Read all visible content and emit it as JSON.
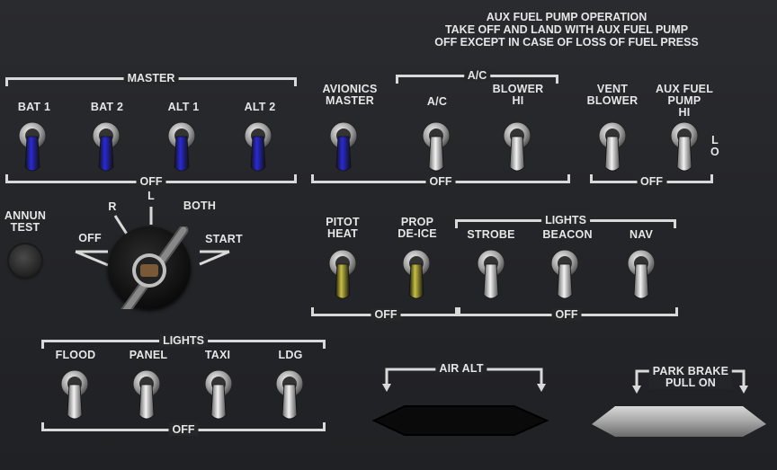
{
  "note": {
    "lines": [
      "AUX FUEL PUMP OPERATION",
      "TAKE OFF AND LAND WITH AUX FUEL PUMP",
      "OFF EXCEPT IN CASE OF LOSS OF FUEL PRESS"
    ]
  },
  "master": {
    "title": "MASTER",
    "off": "OFF",
    "switches": [
      {
        "label": "BAT 1",
        "color": "#2a2ad8"
      },
      {
        "label": "BAT 2",
        "color": "#2a2ad8"
      },
      {
        "label": "ALT 1",
        "color": "#2a2ad8"
      },
      {
        "label": "ALT 2",
        "color": "#2a2ad8"
      }
    ]
  },
  "avionics": {
    "label_1": "AVIONICS",
    "label_2": "MASTER",
    "color": "#2a2ad8"
  },
  "ac_group": {
    "title": "A/C",
    "off": "OFF",
    "ac_label": "A/C",
    "blower_1": "BLOWER",
    "blower_2": "HI"
  },
  "vent": {
    "label_1": "VENT",
    "label_2": "BLOWER"
  },
  "aux_pump": {
    "label_1": "AUX FUEL",
    "label_2": "PUMP",
    "hi": "HI",
    "lo_1": "L",
    "lo_2": "O",
    "off": "OFF"
  },
  "annun": {
    "label_1": "ANNUN",
    "label_2": "TEST"
  },
  "magneto": {
    "off": "OFF",
    "r": "R",
    "l": "L",
    "both": "BOTH",
    "start": "START"
  },
  "pitot": {
    "label_1": "PITOT",
    "label_2": "HEAT",
    "color": "#c8c040"
  },
  "prop": {
    "label_1": "PROP",
    "label_2": "DE-ICE",
    "color": "#c8c040"
  },
  "heat_off": "OFF",
  "lights_top": {
    "title": "LIGHTS",
    "off": "OFF",
    "strobe": "STROBE",
    "beacon": "BEACON",
    "nav": "NAV"
  },
  "lights_bottom": {
    "title": "LIGHTS",
    "off": "OFF",
    "flood": "FLOOD",
    "panel": "PANEL",
    "taxi": "TAXI",
    "ldg": "LDG"
  },
  "air_alt": {
    "label": "AIR  ALT"
  },
  "park_brake": {
    "label_1": "PARK BRAKE",
    "label_2": "PULL ON"
  }
}
